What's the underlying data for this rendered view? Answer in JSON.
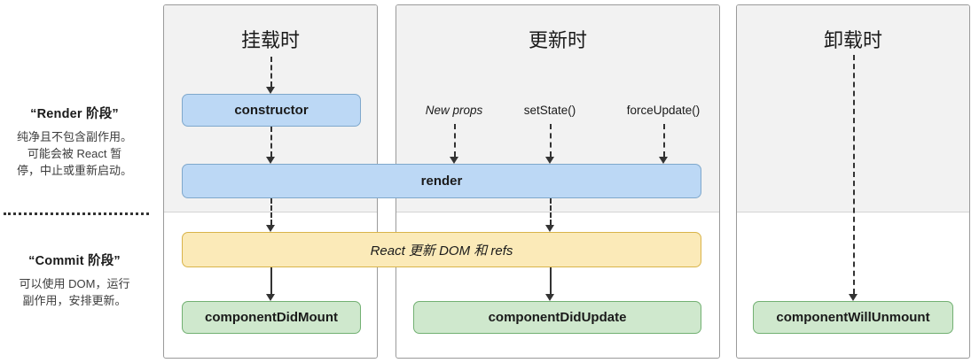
{
  "legend": {
    "render_phase": {
      "title": "“Render 阶段”",
      "line1": "纯净且不包含副作用。",
      "line2": "可能会被 React 暂",
      "line3": "停，中止或重新启动。"
    },
    "commit_phase": {
      "title": "“Commit 阶段”",
      "line1": "可以使用 DOM，运行",
      "line2": "副作用，安排更新。"
    }
  },
  "columns": {
    "mounting": {
      "title": "挂载时"
    },
    "updating": {
      "title": "更新时"
    },
    "unmounting": {
      "title": "卸载时"
    }
  },
  "triggers": [
    {
      "label": "New props",
      "style": "italic"
    },
    {
      "label": "setState()",
      "style": "normal"
    },
    {
      "label": "forceUpdate()",
      "style": "normal"
    }
  ],
  "nodes": {
    "constructor": "constructor",
    "render": "render",
    "commit_dom": "React 更新 DOM 和 refs",
    "did_mount": "componentDidMount",
    "did_update": "componentDidUpdate",
    "will_unmount": "componentWillUnmount"
  },
  "colors": {
    "render_fill": "#bcd8f5",
    "render_border": "#7fa8cc",
    "commit_fill": "#fbeab8",
    "commit_border": "#d9b44a",
    "lifecycle_fill": "#cfe8cd",
    "lifecycle_border": "#72b072",
    "panel_top": "#f2f2f2",
    "panel_border": "#9a9a9a",
    "arrow": "#333333"
  }
}
